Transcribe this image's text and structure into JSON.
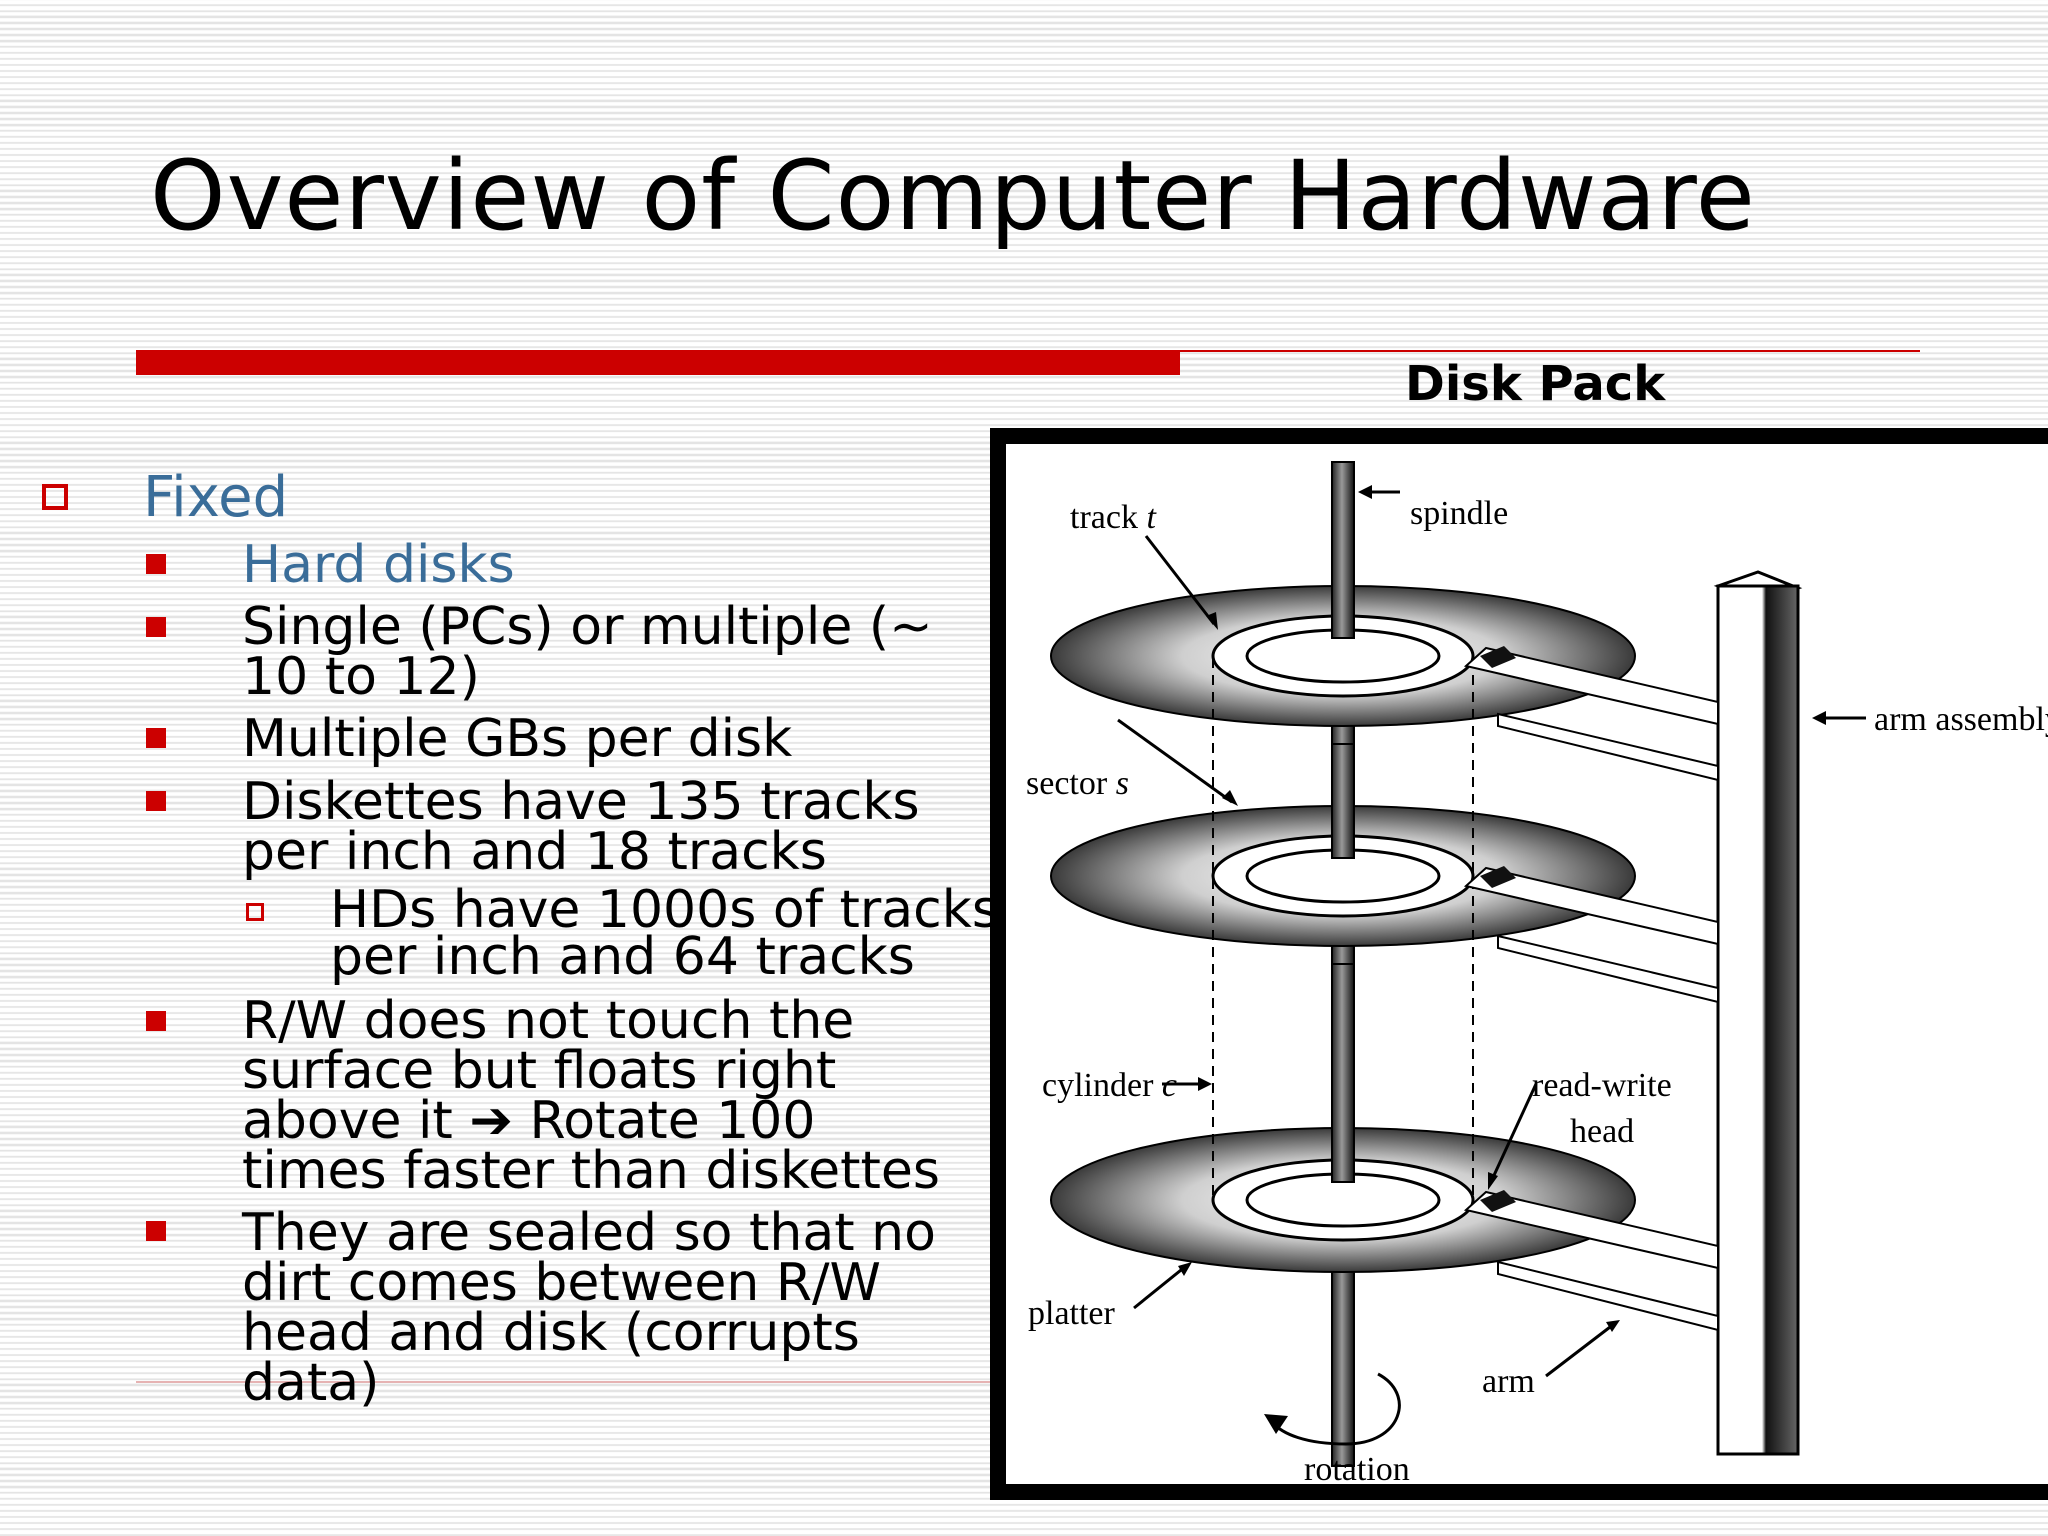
{
  "slide": {
    "title": "Overview of Computer Hardware",
    "accent_color": "#cc0000",
    "subtle_blue": "#3a6d99"
  },
  "bullets": {
    "level1": "Fixed",
    "items": [
      {
        "text": "Hard disks",
        "style": "blue"
      },
      {
        "text": "Single (PCs) or multiple (~\n10 to 12)"
      },
      {
        "text": "Multiple GBs per disk"
      },
      {
        "text": "Diskettes have 135 tracks\nper inch and 18 tracks"
      },
      {
        "text": "HDs have 1000s of tracks\nper inch and 64 tracks",
        "level": 3
      },
      {
        "text": "R/W does not touch the\nsurface but floats right\nabove it ➔ Rotate 100\ntimes faster than diskettes"
      },
      {
        "text": "They are sealed so that no\ndirt comes between R/W\nhead and disk (corrupts\ndata)"
      }
    ]
  },
  "figure": {
    "heading": "Disk Pack",
    "labels": {
      "track": "track",
      "track_var": "t",
      "spindle": "spindle",
      "arm_assembly": "arm assembly",
      "sector": "sector",
      "sector_var": "s",
      "cylinder": "cylinder",
      "cylinder_var": "c",
      "read_write": "read-write",
      "head": "head",
      "platter": "platter",
      "arm": "arm",
      "rotation": "rotation"
    }
  }
}
